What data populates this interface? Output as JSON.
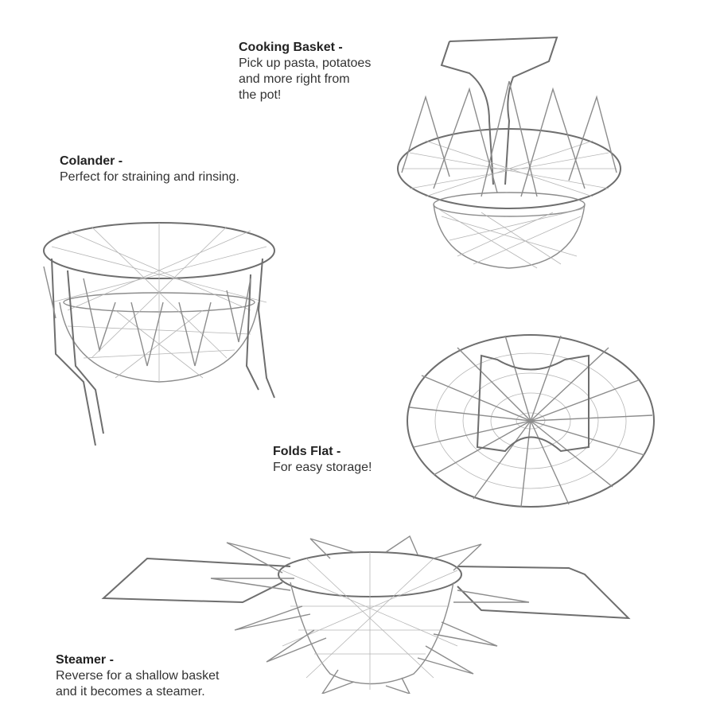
{
  "panels": [
    {
      "id": "cooking-basket",
      "title": "Cooking Basket -",
      "description": "Pick up pasta, potatoes\nand more right from\nthe pot!"
    },
    {
      "id": "colander",
      "title": "Colander -",
      "description": "Perfect for straining and rinsing."
    },
    {
      "id": "folds-flat",
      "title": "Folds Flat -",
      "description": "For easy storage!"
    },
    {
      "id": "steamer",
      "title": "Steamer -",
      "description": "Reverse for a shallow basket\nand it becomes a steamer."
    }
  ],
  "colors": {
    "background": "#ffffff",
    "text": "#2b2b2b",
    "wire": "#8c8c8c"
  }
}
